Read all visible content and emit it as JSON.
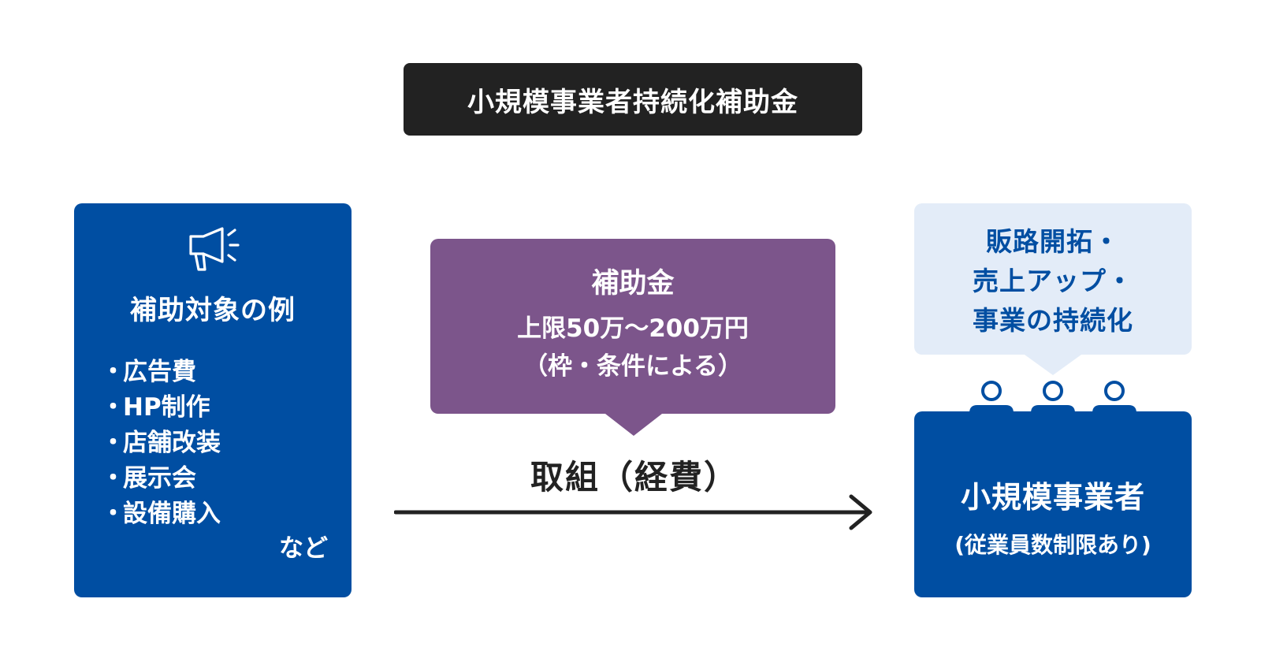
{
  "title": "小規模事業者持続化補助金",
  "left_panel": {
    "icon": "megaphone-icon",
    "heading": "補助対象の例",
    "bullet": "・",
    "items": [
      "広告費",
      "HP制作",
      "店舗改装",
      "展示会",
      "設備購入"
    ],
    "etc": "など"
  },
  "subsidy_box": {
    "title": "補助金",
    "line1": "上限50万〜200万円",
    "line2": "（枠・条件による）"
  },
  "flow": {
    "label": "取組（経費）",
    "icon": "right-arrow-icon"
  },
  "bubble": {
    "lines": [
      "販路開拓・",
      "売上アップ・",
      "事業の持続化"
    ]
  },
  "people_icons": [
    "person-icon",
    "person-icon",
    "person-icon"
  ],
  "right_panel": {
    "title": "小規模事業者",
    "subtitle": "(従業員数制限あり)"
  },
  "colors": {
    "title_bg": "#222222",
    "blue": "#004ea2",
    "purple": "#7c558b",
    "light_blue": "#e3ecf8",
    "arrow": "#222222"
  }
}
